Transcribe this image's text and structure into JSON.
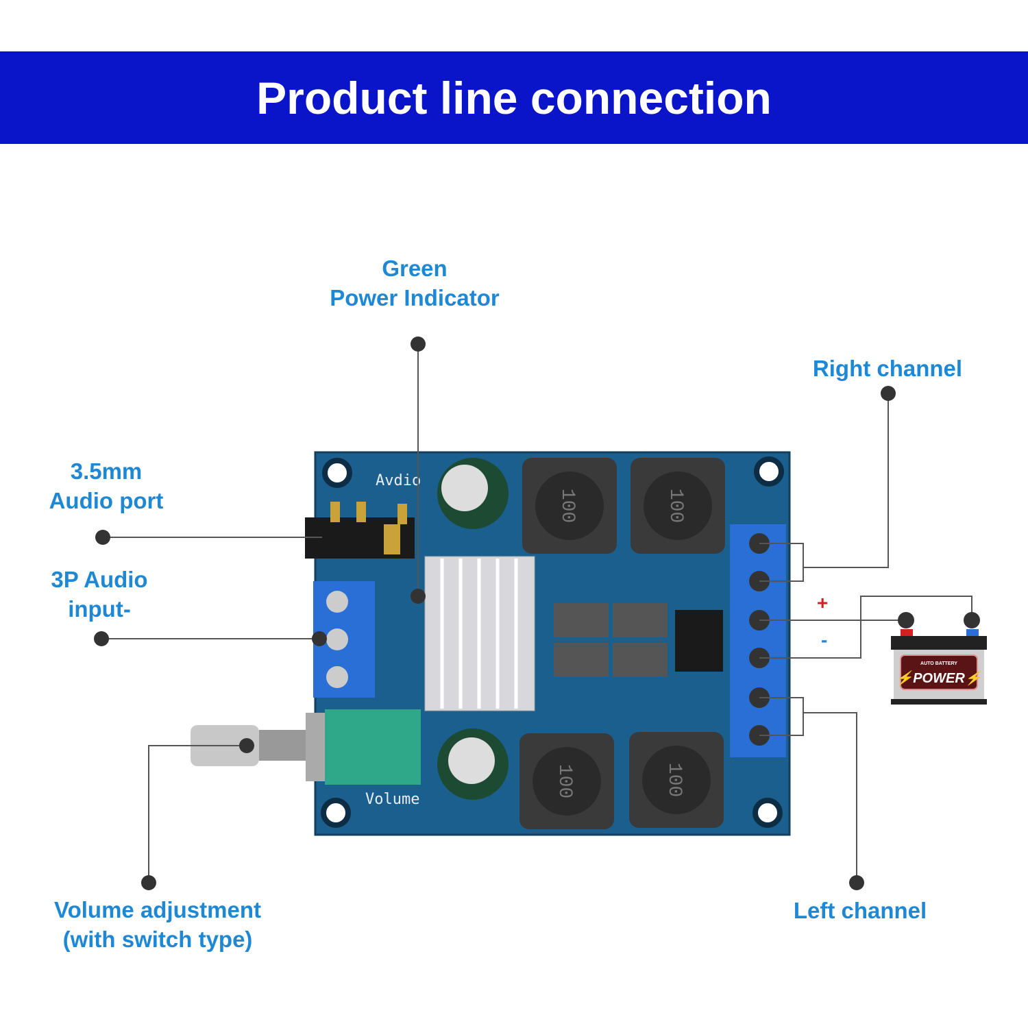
{
  "header": {
    "title": "Product line connection"
  },
  "labels": {
    "power_indicator": [
      "Green",
      "Power Indicator"
    ],
    "audio_port": [
      "3.5mm",
      "Audio port"
    ],
    "audio_input": [
      "3P Audio",
      "input-"
    ],
    "right_channel": "Right channel",
    "left_channel": "Left channel",
    "volume": [
      "Volume adjustment",
      "(with switch type)"
    ]
  },
  "polarity": {
    "plus": "+",
    "minus": "-"
  },
  "board_silkscreen": {
    "audio": "Avdio",
    "volume": "Volume",
    "inductor": "100"
  },
  "battery": {
    "brand": "POWER",
    "subtitle": "AUTO BATTERY"
  },
  "colors": {
    "banner": "#0a14c8",
    "label": "#1e88d4",
    "board": "#1b5f8e",
    "terminal": "#2a6fd6",
    "plus": "#d42020",
    "minus": "#1e88d4"
  }
}
